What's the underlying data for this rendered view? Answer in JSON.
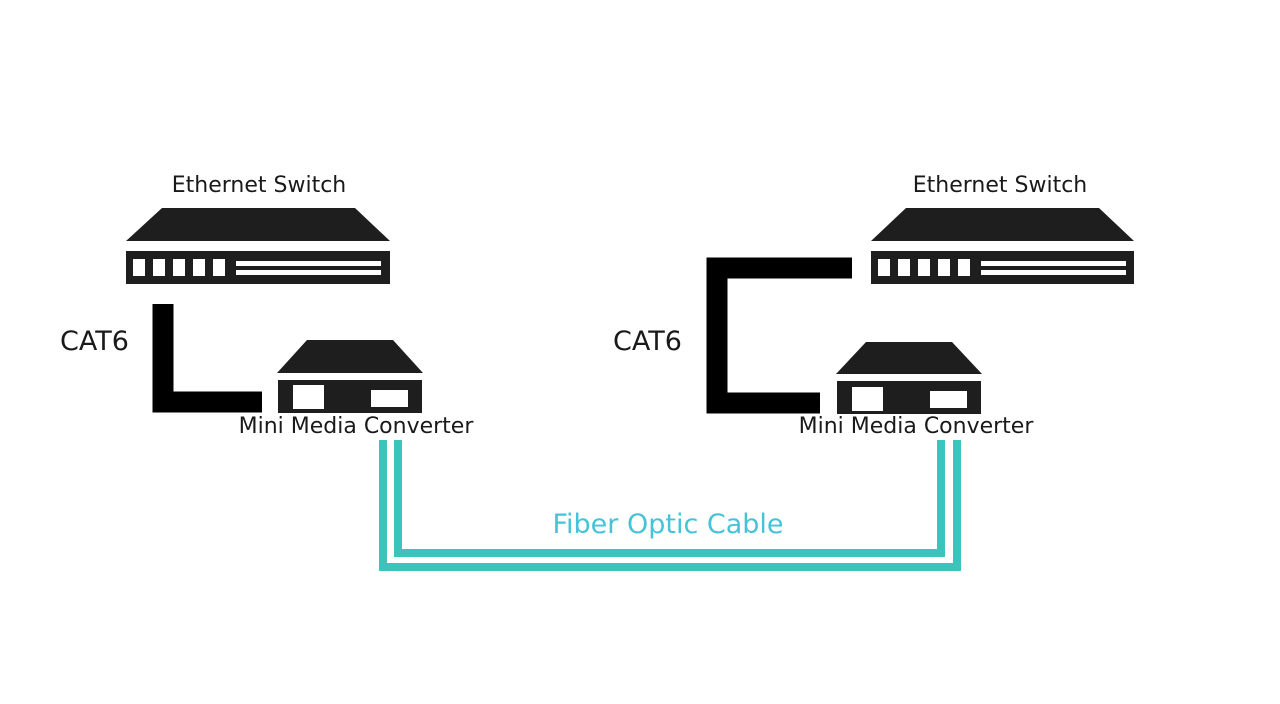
{
  "left": {
    "switch_label": "Ethernet Switch",
    "cable_label": "CAT6",
    "converter_label": "Mini Media Converter"
  },
  "right": {
    "switch_label": "Ethernet Switch",
    "cable_label": "CAT6",
    "converter_label": "Mini Media Converter"
  },
  "fiber": {
    "label": "Fiber Optic Cable"
  },
  "colors": {
    "device": "#1e1e1e",
    "cat6_cable": "#000000",
    "fiber_cable": "#3cc3bc",
    "fiber_label": "#45c4d8"
  }
}
